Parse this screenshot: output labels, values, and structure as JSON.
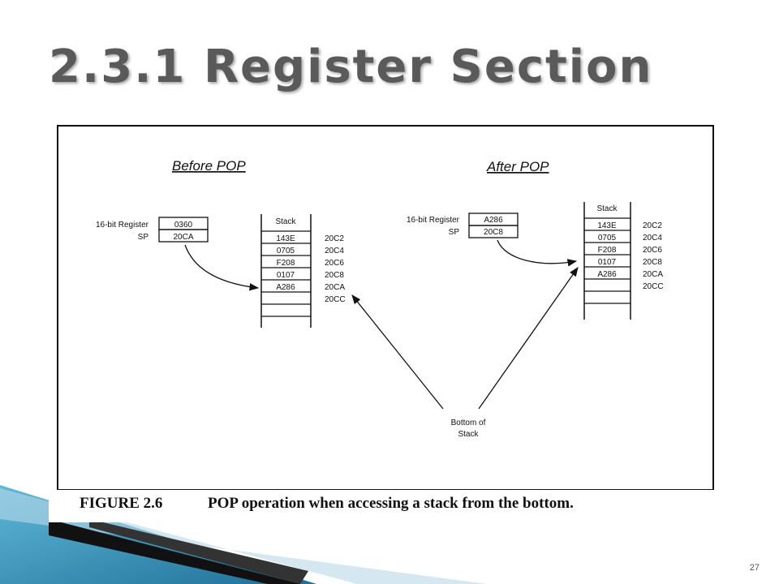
{
  "slide": {
    "title": "2.3.1 Register Section",
    "page_number": "27"
  },
  "figure": {
    "before": {
      "heading": "Before POP",
      "register_label": "16-bit Register",
      "register_value": "0360",
      "sp_label": "SP",
      "sp_value": "20CA",
      "stack_label": "Stack",
      "cells": [
        "143E",
        "0705",
        "F208",
        "0107",
        "A286",
        ""
      ],
      "addresses": [
        "20C2",
        "20C4",
        "20C6",
        "20C8",
        "20CA",
        "20CC"
      ]
    },
    "after": {
      "heading": "After POP",
      "register_label": "16-bit Register",
      "register_value": "A286",
      "sp_label": "SP",
      "sp_value": "20C8",
      "stack_label": "Stack",
      "cells": [
        "143E",
        "0705",
        "F208",
        "0107",
        "A286",
        ""
      ],
      "addresses": [
        "20C2",
        "20C4",
        "20C6",
        "20C8",
        "20CA",
        "20CC"
      ]
    },
    "bottom_label_line1": "Bottom of",
    "bottom_label_line2": "Stack",
    "caption_number": "FIGURE 2.6",
    "caption_text": "POP operation when accessing a stack from the bottom."
  }
}
